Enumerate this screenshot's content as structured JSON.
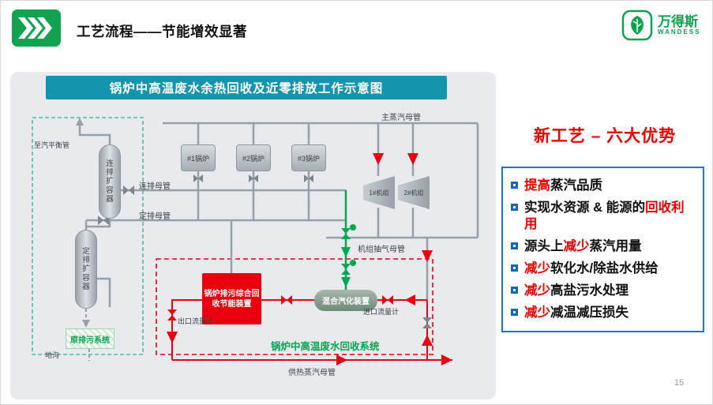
{
  "header": {
    "title": "工艺流程——节能增效显著",
    "logo_name": "万得斯",
    "logo_sub": "WANDESS"
  },
  "diagram": {
    "title": "锅炉中高温废水余热回收及近零排放工作示意图",
    "labels": {
      "main_steam_header": "主蒸汽母管",
      "to_steam_balance": "至汽平衡管",
      "continuous_expander": "连排扩容器",
      "periodic_expander": "定排扩容器",
      "continuous_header": "连排母管",
      "periodic_header": "定排母管",
      "boiler1": "#1锅炉",
      "boiler2": "#2锅炉",
      "boiler3": "#3锅炉",
      "unit1": "1#机组",
      "unit2": "2#机组",
      "extraction_header": "机组抽气母管",
      "recovery_device": "锅炉排污综合回收节能装置",
      "mixer": "混合汽化装置",
      "inlet_flowmeter": "进口流量计",
      "outlet_flowmeter": "出口流量计",
      "original_system": "原排污系统",
      "trench": "地沟",
      "recovery_system": "锅炉中高温废水回收系统",
      "heating_header": "供热蒸汽母管"
    }
  },
  "advantages": {
    "title": "新工艺 – 六大优势",
    "items": [
      {
        "pre": "",
        "hl": "提高",
        "post": "蒸汽品质"
      },
      {
        "pre": "实现水资源 & 能源的",
        "hl": "回收利用",
        "post": ""
      },
      {
        "pre": "源头上",
        "hl": "减少",
        "post": "蒸汽用量"
      },
      {
        "pre": "",
        "hl": "减少",
        "post": "软化水/除盐水供给"
      },
      {
        "pre": "",
        "hl": "减少",
        "post": "高盐污水处理"
      },
      {
        "pre": "",
        "hl": "减少",
        "post": "减温减压损失"
      }
    ]
  },
  "page_number": "15",
  "colors": {
    "brand_green": "#0ea14f",
    "banner_teal": "#1595ad",
    "pipe_gray": "#97a0a8",
    "pipe_green": "#00a651",
    "pipe_red": "#e60012",
    "advantage_border_blue": "#1e78c8",
    "bullet_blue": "#1464c0",
    "highlight_red": "#e60000"
  }
}
